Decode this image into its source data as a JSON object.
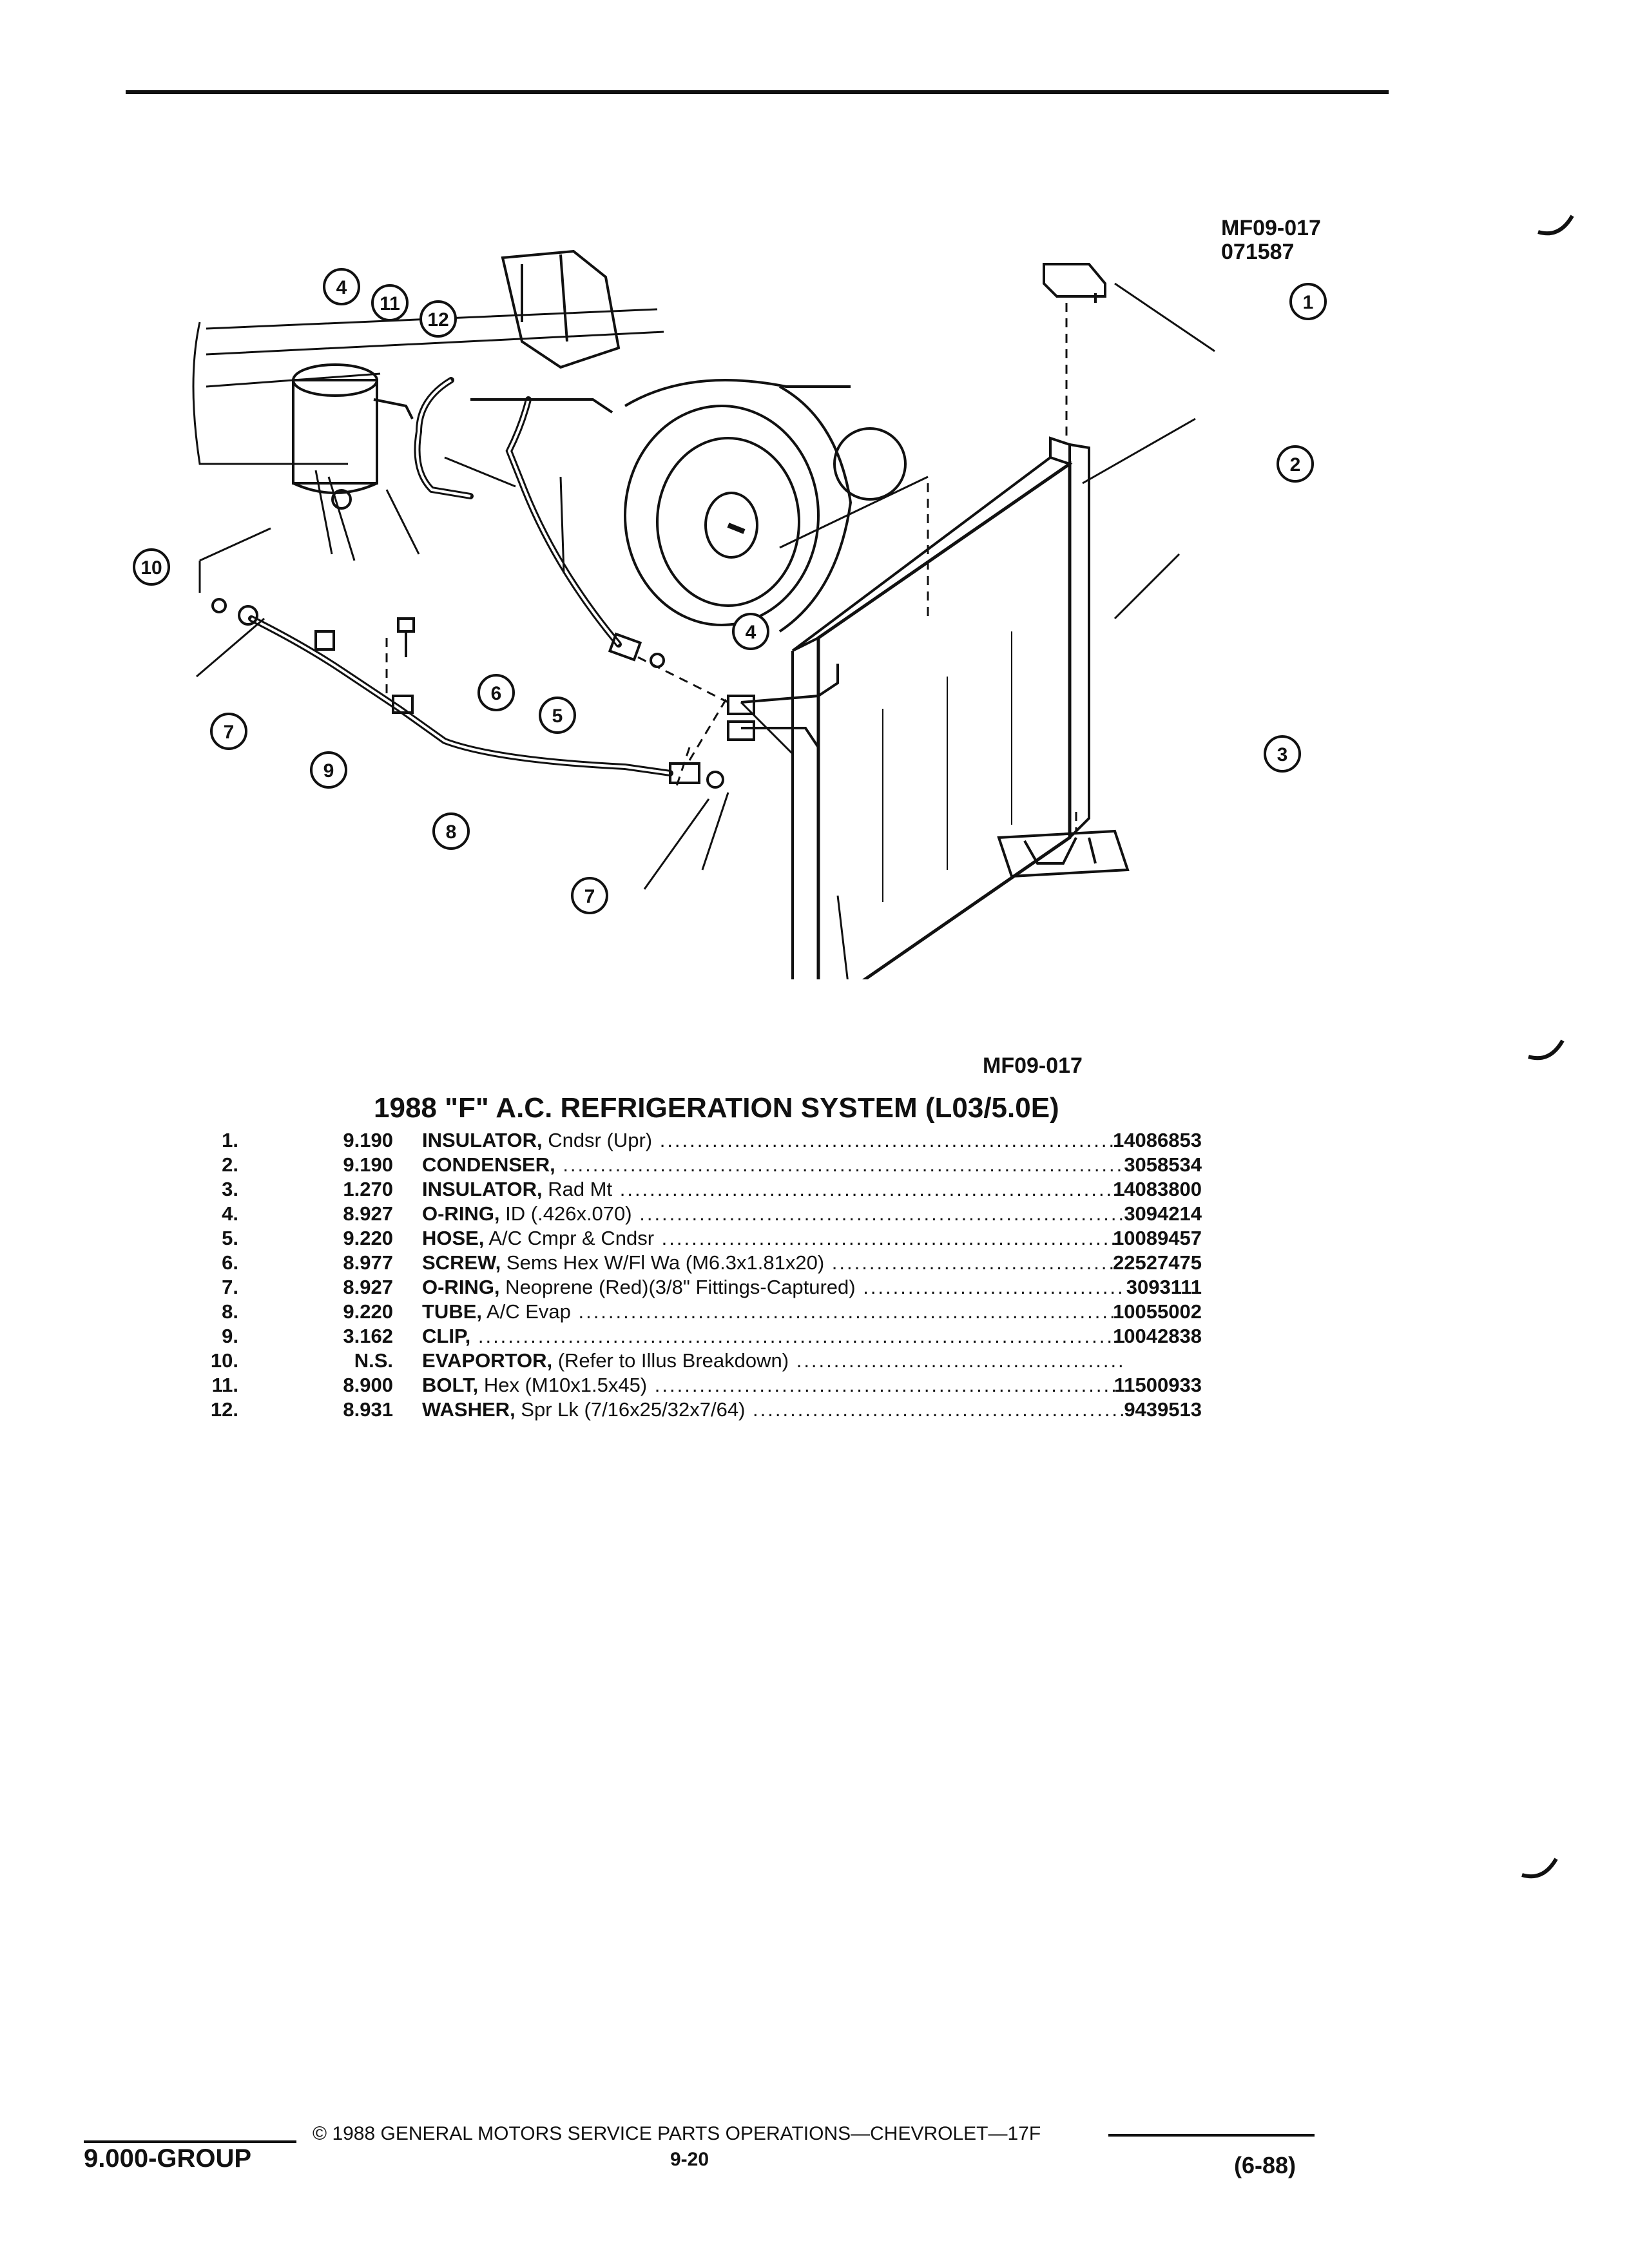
{
  "header": {
    "code_top": "MF09-017",
    "code_date": "071587"
  },
  "diagram": {
    "callouts": [
      "1",
      "2",
      "3",
      "4",
      "11",
      "12",
      "10",
      "4",
      "6",
      "5",
      "7",
      "9",
      "8",
      "7"
    ],
    "code_bottom": "MF09-017"
  },
  "parts": {
    "title": "1988 \"F\" A.C. REFRIGERATION SYSTEM (L03/5.0E)",
    "rows": [
      {
        "num": "1.",
        "group": "9.190",
        "name": "INSULATOR,",
        "desc": " Cndsr (Upr)",
        "part": "14086853"
      },
      {
        "num": "2.",
        "group": "9.190",
        "name": "CONDENSER,",
        "desc": "",
        "part": "3058534"
      },
      {
        "num": "3.",
        "group": "1.270",
        "name": "INSULATOR,",
        "desc": " Rad Mt",
        "part": "14083800"
      },
      {
        "num": "4.",
        "group": "8.927",
        "name": "O-RING,",
        "desc": " ID (.426x.070)",
        "part": "3094214"
      },
      {
        "num": "5.",
        "group": "9.220",
        "name": "HOSE,",
        "desc": " A/C Cmpr & Cndsr",
        "part": "10089457"
      },
      {
        "num": "6.",
        "group": "8.977",
        "name": "SCREW,",
        "desc": " Sems Hex W/Fl Wa (M6.3x1.81x20)",
        "part": "22527475"
      },
      {
        "num": "7.",
        "group": "8.927",
        "name": "O-RING,",
        "desc": " Neoprene (Red)(3/8\" Fittings-Captured)",
        "part": "3093111"
      },
      {
        "num": "8.",
        "group": "9.220",
        "name": "TUBE,",
        "desc": " A/C Evap",
        "part": "10055002"
      },
      {
        "num": "9.",
        "group": "3.162",
        "name": "CLIP,",
        "desc": "",
        "part": "10042838"
      },
      {
        "num": "10.",
        "group": "N.S.",
        "name": "EVAPORTOR,",
        "desc": " (Refer to Illus Breakdown)",
        "part": ""
      },
      {
        "num": "11.",
        "group": "8.900",
        "name": "BOLT,",
        "desc": " Hex (M10x1.5x45)",
        "part": "11500933"
      },
      {
        "num": "12.",
        "group": "8.931",
        "name": "WASHER,",
        "desc": " Spr Lk (7/16x25/32x7/64)",
        "part": "9439513"
      }
    ]
  },
  "footer": {
    "group": "9.000-GROUP",
    "copyright": "© 1988 GENERAL MOTORS SERVICE PARTS OPERATIONS—CHEVROLET—17F",
    "page": "9-20",
    "revision": "(6-88)"
  }
}
